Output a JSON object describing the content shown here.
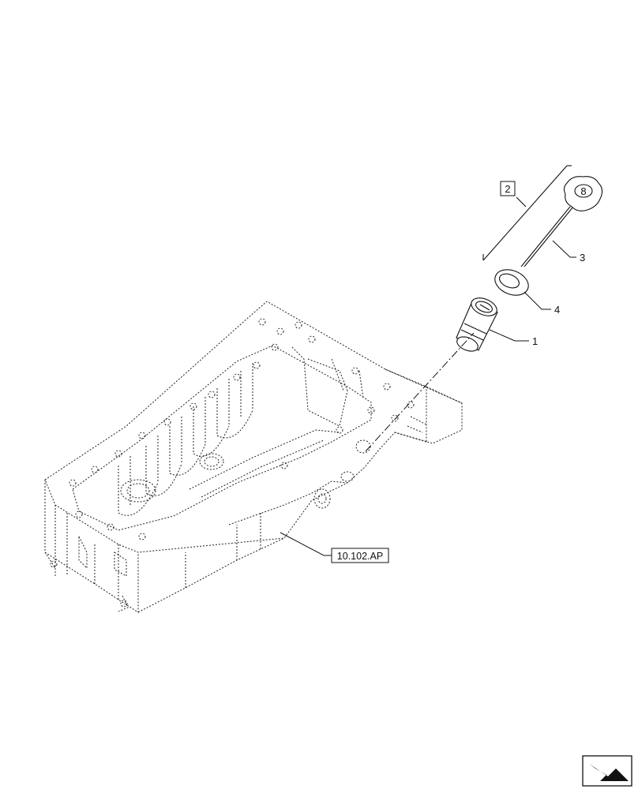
{
  "callouts": {
    "item_1": "1",
    "item_2": "2",
    "item_3": "3",
    "item_4": "4"
  },
  "reference": {
    "label": "10.102.AP"
  },
  "cap_mark": "8",
  "nav_icon": "arrow-icon"
}
